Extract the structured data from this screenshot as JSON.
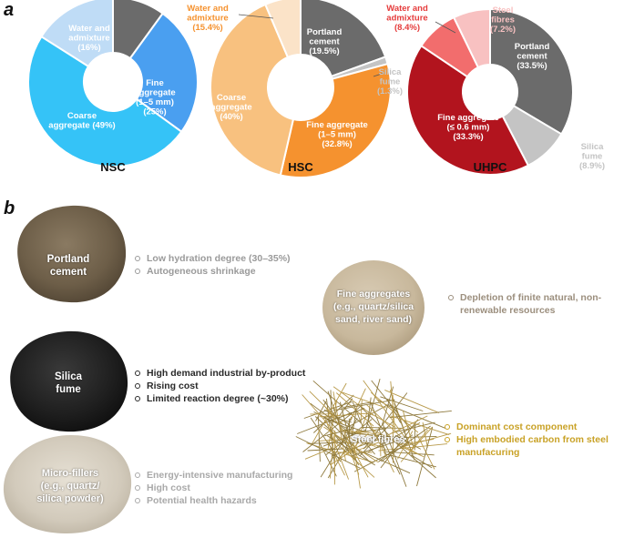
{
  "panel_a": {
    "letter": "a",
    "charts": [
      {
        "id": "nsc",
        "title": "NSC",
        "slices": [
          {
            "name": "Portland cement",
            "value": 10,
            "color": "#6b6b6b",
            "label": ""
          },
          {
            "name": "Fine aggregate",
            "value": 25,
            "color": "#4a9ff0",
            "label": "Fine\naggregate\n(1–5 mm)\n(25%)"
          },
          {
            "name": "Coarse aggregate",
            "value": 49,
            "color": "#35c3f7",
            "label": "Coarse\naggregate (49%)"
          },
          {
            "name": "Water and admixture",
            "value": 16,
            "color": "#bfdcf6",
            "label": "Water and\nadmixture\n(16%)"
          }
        ]
      },
      {
        "id": "hsc",
        "title": "HSC",
        "slices": [
          {
            "name": "Portland cement",
            "value": 19.5,
            "color": "#6b6b6b",
            "label": "Portland\ncement\n(19.5%)"
          },
          {
            "name": "Silica fume",
            "value": 1.3,
            "color": "#c4c4c4",
            "label": "Silica\nfume\n(1.3%)"
          },
          {
            "name": "Fine aggregate",
            "value": 32.8,
            "color": "#f5922f",
            "label": "Fine aggregate\n(1–5 mm)\n(32.8%)"
          },
          {
            "name": "Coarse aggregate",
            "value": 40,
            "color": "#f8c17f",
            "label": "Coarse\naggregate\n(40%)"
          },
          {
            "name": "Water and admixture",
            "value": 6.4,
            "color": "#fbe3c8",
            "label": "Water and\nadmixture\n(15.4%)"
          }
        ]
      },
      {
        "id": "uhpc",
        "title": "UHPC",
        "slices": [
          {
            "name": "Portland cement",
            "value": 33.5,
            "color": "#6b6b6b",
            "label": "Portland\ncement\n(33.5%)"
          },
          {
            "name": "Silica fume",
            "value": 8.9,
            "color": "#c4c4c4",
            "label": "Silica\nfume\n(8.9%)"
          },
          {
            "name": "Fine aggregate",
            "value": 42.0,
            "color": "#b2141e",
            "label": "Fine aggregate\n(≤ 0.6 mm)\n(33.3%)"
          },
          {
            "name": "Water and admixture",
            "value": 8.4,
            "color": "#f26d6d",
            "label": "Water and\nadmixture\n(8.4%)"
          },
          {
            "name": "Steel fibres",
            "value": 7.2,
            "color": "#f8c1c1",
            "label": "Steel\nfibres\n(7.2%)"
          }
        ]
      }
    ]
  },
  "panel_b": {
    "letter": "b",
    "materials": {
      "portland": {
        "label": "Portland\ncement",
        "bullets": [
          "Low hydration degree (30–35%)",
          "Autogeneous shrinkage"
        ],
        "bullet_color": "#9a9a9a"
      },
      "silica": {
        "label": "Silica\nfume",
        "bullets": [
          "High demand industrial by-product",
          "Rising cost",
          "Limited reaction degree (~30%)"
        ],
        "bullet_color": "#2a2a2a"
      },
      "micro": {
        "label": "Micro-fillers\n(e.g., quartz/\nsilica powder)",
        "bullets": [
          "Energy-intensive manufacturing",
          "High cost",
          "Potential health hazards"
        ],
        "bullet_color": "#a9a9a9"
      },
      "fine": {
        "label": "Fine aggregates\n(e.g., quartz/silica\nsand, river sand)",
        "bullets": [
          "Depletion of finite natural, non-renewable resources"
        ],
        "bullet_color": "#9c8f7e"
      },
      "steel": {
        "label": "Steel fibres",
        "bullets": [
          "Dominant cost component",
          "High embodied carbon from steel manufacuring"
        ],
        "bullet_color": "#c9a227"
      }
    }
  }
}
